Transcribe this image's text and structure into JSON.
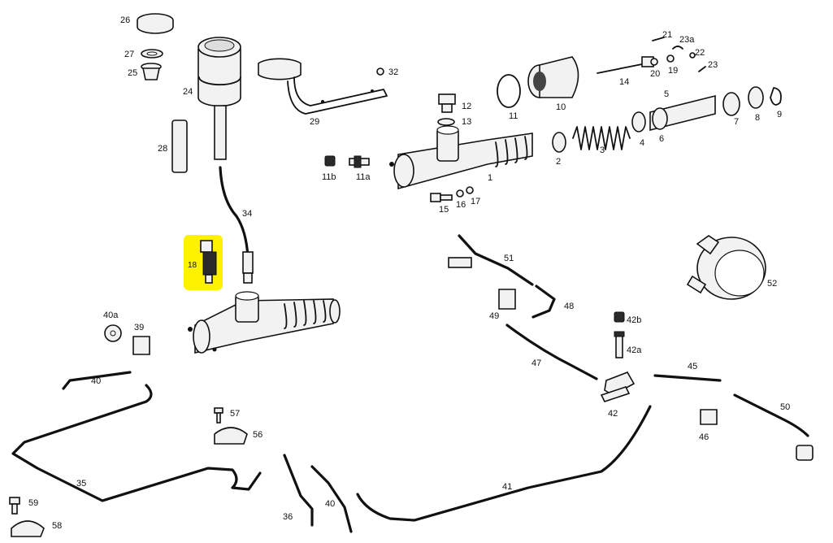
{
  "labels": [
    {
      "id": "26",
      "t": "26"
    },
    {
      "id": "27",
      "t": "27"
    },
    {
      "id": "25",
      "t": "25"
    },
    {
      "id": "24",
      "t": "24"
    },
    {
      "id": "28",
      "t": "28"
    },
    {
      "id": "29",
      "t": "29"
    },
    {
      "id": "32",
      "t": "32"
    },
    {
      "id": "34",
      "t": "34"
    },
    {
      "id": "18",
      "t": "18"
    },
    {
      "id": "11b",
      "t": "11b"
    },
    {
      "id": "11a",
      "t": "11a"
    },
    {
      "id": "12",
      "t": "12"
    },
    {
      "id": "13",
      "t": "13"
    },
    {
      "id": "1",
      "t": "1"
    },
    {
      "id": "15",
      "t": "15"
    },
    {
      "id": "16",
      "t": "16"
    },
    {
      "id": "17",
      "t": "17"
    },
    {
      "id": "11",
      "t": "11"
    },
    {
      "id": "10",
      "t": "10"
    },
    {
      "id": "14",
      "t": "14"
    },
    {
      "id": "21",
      "t": "21"
    },
    {
      "id": "23a",
      "t": "23a"
    },
    {
      "id": "22",
      "t": "22"
    },
    {
      "id": "23",
      "t": "23"
    },
    {
      "id": "20",
      "t": "20"
    },
    {
      "id": "19",
      "t": "19"
    },
    {
      "id": "2",
      "t": "2"
    },
    {
      "id": "3",
      "t": "3"
    },
    {
      "id": "4",
      "t": "4"
    },
    {
      "id": "5",
      "t": "5"
    },
    {
      "id": "6",
      "t": "6"
    },
    {
      "id": "7",
      "t": "7"
    },
    {
      "id": "8",
      "t": "8"
    },
    {
      "id": "9",
      "t": "9"
    },
    {
      "id": "51",
      "t": "51"
    },
    {
      "id": "52",
      "t": "52"
    },
    {
      "id": "49",
      "t": "49"
    },
    {
      "id": "48",
      "t": "48"
    },
    {
      "id": "42b",
      "t": "42b"
    },
    {
      "id": "42a",
      "t": "42a"
    },
    {
      "id": "47",
      "t": "47"
    },
    {
      "id": "45",
      "t": "45"
    },
    {
      "id": "42",
      "t": "42"
    },
    {
      "id": "50",
      "t": "50"
    },
    {
      "id": "46",
      "t": "46"
    },
    {
      "id": "40a",
      "t": "40a"
    },
    {
      "id": "39",
      "t": "39"
    },
    {
      "id": "40",
      "t": "40"
    },
    {
      "id": "57",
      "t": "57"
    },
    {
      "id": "56",
      "t": "56"
    },
    {
      "id": "35",
      "t": "35"
    },
    {
      "id": "36",
      "t": "36"
    },
    {
      "id": "40b",
      "t": "40"
    },
    {
      "id": "41",
      "t": "41"
    },
    {
      "id": "59",
      "t": "59"
    },
    {
      "id": "58",
      "t": "58"
    }
  ],
  "highlight": {
    "part": "18",
    "color": "#fff200"
  }
}
